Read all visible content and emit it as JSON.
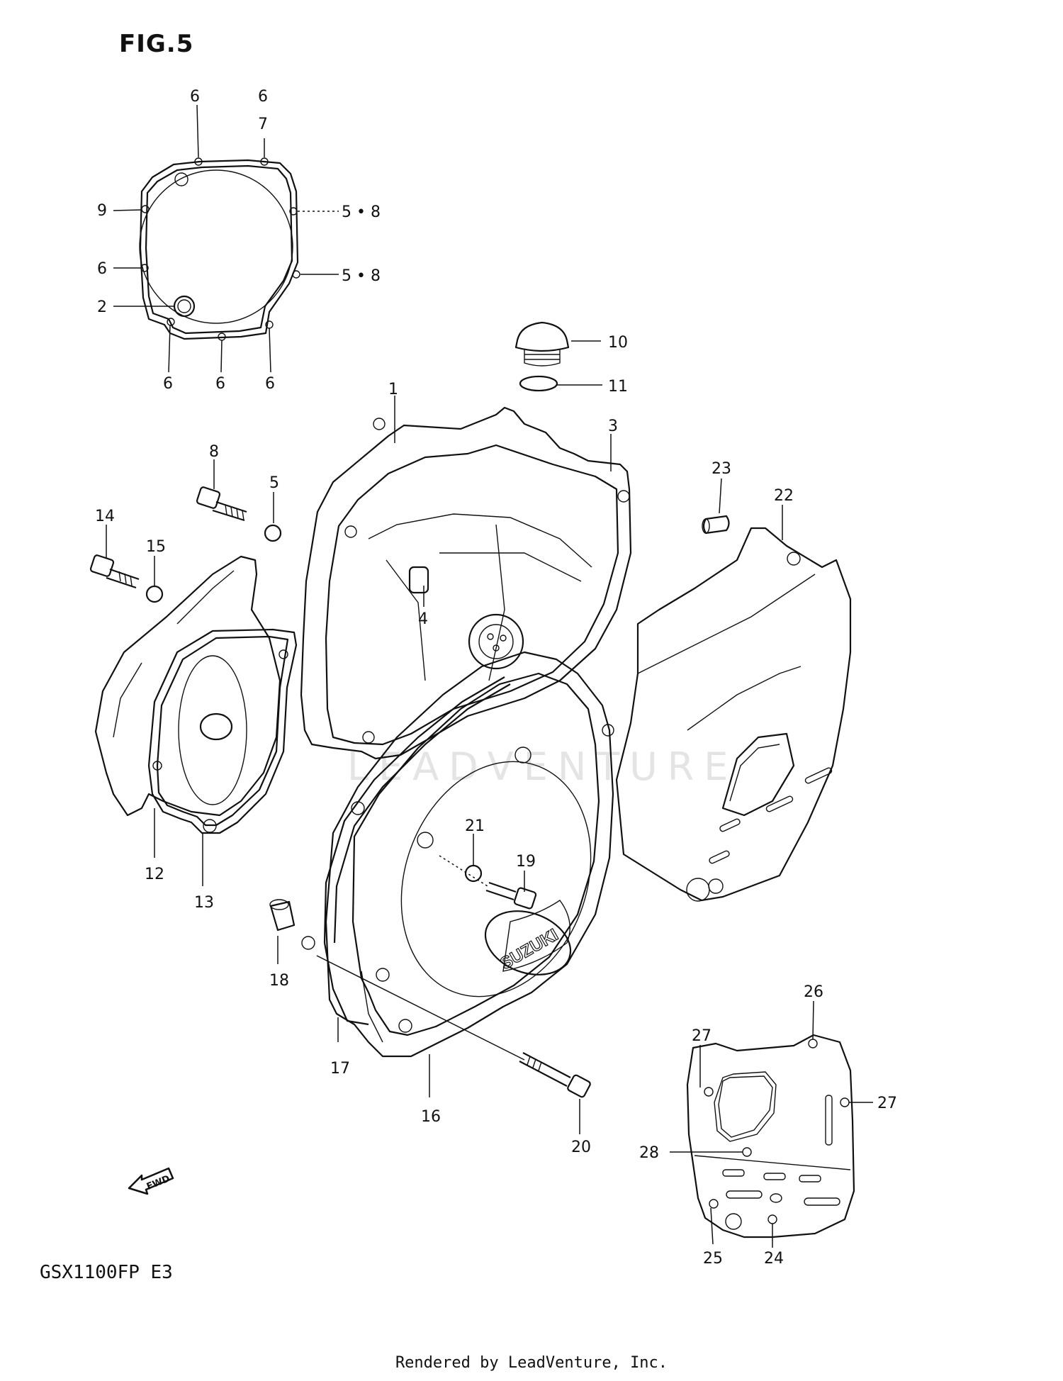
{
  "figure_title": "FIG.5",
  "model_code": "GSX1100FP  E3",
  "footer": "Rendered by LeadVenture, Inc.",
  "watermark": "LEADVENTURE",
  "fwd_arrow_label": "FWD",
  "brand_logo_text": "SUZUKI",
  "callouts": {
    "c1": "1",
    "c2": "2",
    "c3": "3",
    "c4": "4",
    "c5a": "5",
    "c5_8a": "5 • 8",
    "c5_8b": "5 • 8",
    "c6a": "6",
    "c6b": "6",
    "c6c": "6",
    "c6d": "6",
    "c6e": "6",
    "c6f": "6",
    "c7": "7",
    "c8": "8",
    "c9": "9",
    "c10": "10",
    "c11": "11",
    "c12": "12",
    "c13": "13",
    "c14": "14",
    "c15": "15",
    "c16": "16",
    "c17": "17",
    "c18": "18",
    "c19": "19",
    "c20": "20",
    "c21": "21",
    "c22": "22",
    "c23": "23",
    "c24": "24",
    "c25": "25",
    "c26": "26",
    "c27a": "27",
    "c27b": "27",
    "c28": "28"
  }
}
